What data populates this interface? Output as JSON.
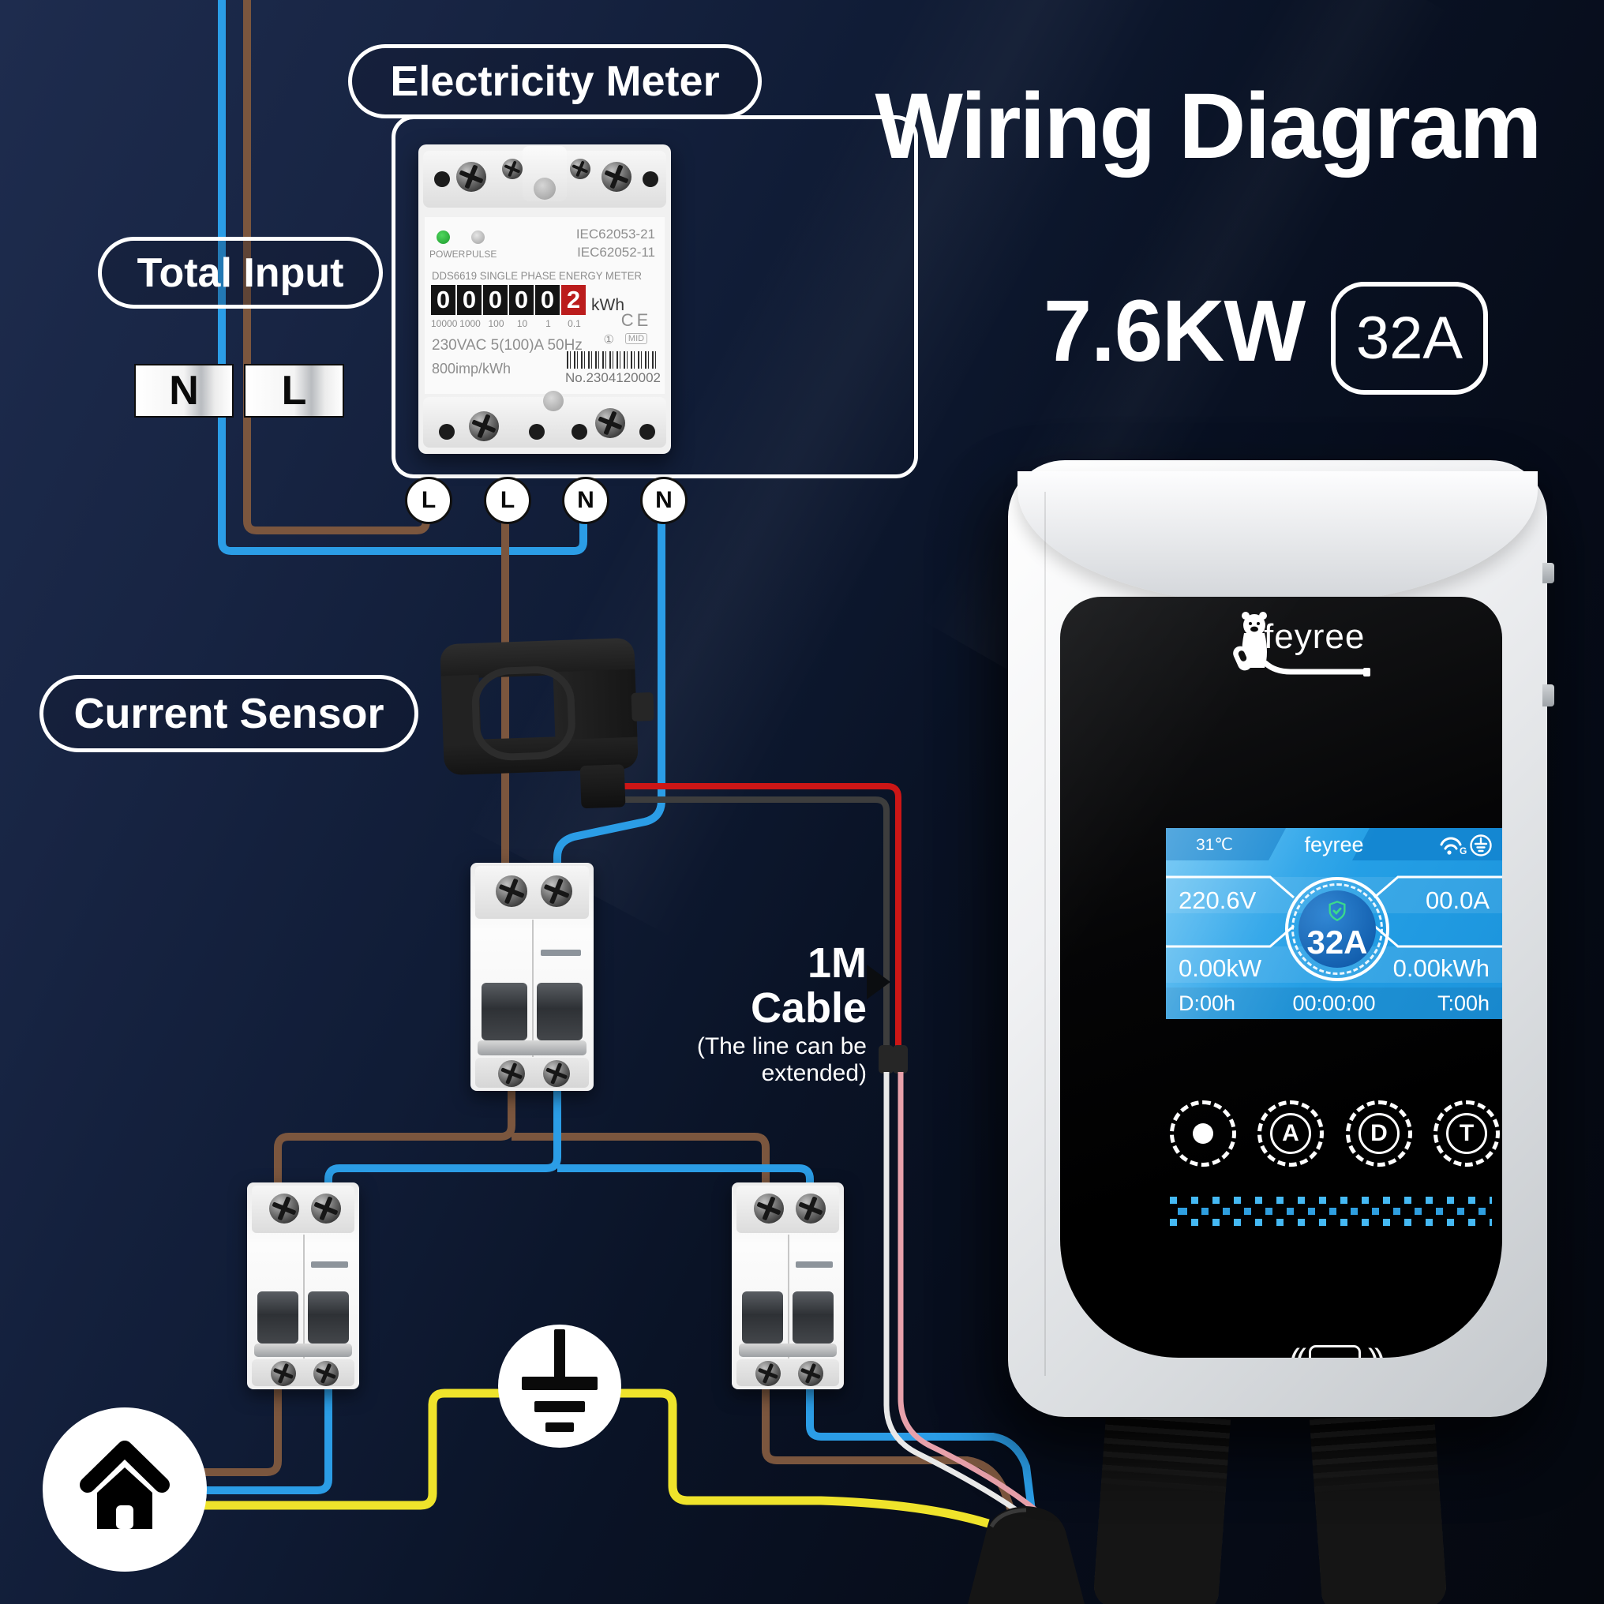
{
  "title": "Wiring Diagram",
  "rating": {
    "power": "7.6KW",
    "amp_badge": "32A"
  },
  "labels": {
    "electricity_meter": "Electricity Meter",
    "total_input": "Total Input",
    "current_sensor": "Current Sensor",
    "cable_line1": "1M",
    "cable_line2": "Cable",
    "cable_note": "(The line can be extended)"
  },
  "input_terminals": {
    "neutral": "N",
    "live": "L"
  },
  "meter": {
    "led_power": "POWER",
    "led_pulse": "PULSE",
    "std1": "IEC62053-21",
    "std2": "IEC62052-11",
    "model_line": "DDS6619 SINGLE PHASE ENERGY METER",
    "digits": [
      "0",
      "0",
      "0",
      "0",
      "0",
      "2"
    ],
    "unit": "kWh",
    "scale": [
      "10000",
      "1000",
      "100",
      "10",
      "1",
      "0.1"
    ],
    "cert_mark": "CE",
    "cert_mid": "MID",
    "badge_one": "①",
    "spec_line": "230VAC 5(100)A 50Hz",
    "imp_line": "800imp/kWh",
    "serial": "No.2304120002",
    "terminals": [
      "L",
      "L",
      "N",
      "N"
    ]
  },
  "charger": {
    "brand": "feyree",
    "screen": {
      "temp": "31℃",
      "title": "feyree",
      "wifi_sub": "G",
      "voltage": "220.6V",
      "current": "00.0A",
      "amps": "32A",
      "power": "0.00kW",
      "energy": "0.00kWh",
      "duration": "D:00h",
      "time": "00:00:00",
      "total": "T:00h"
    },
    "buttons": [
      "A",
      "D",
      "T"
    ]
  },
  "colors": {
    "wire_blue": "#2b9de6",
    "wire_brown": "#7b563e",
    "wire_yellow": "#efe32b",
    "wire_red": "#cc1616",
    "wire_dark": "#3d3d3d",
    "wire_white": "#e9e9e9",
    "wire_pink": "#e8a1ab",
    "cable_black": "#151515",
    "accent_green": "#3ad98c",
    "led_blue": "#45b9f4"
  }
}
